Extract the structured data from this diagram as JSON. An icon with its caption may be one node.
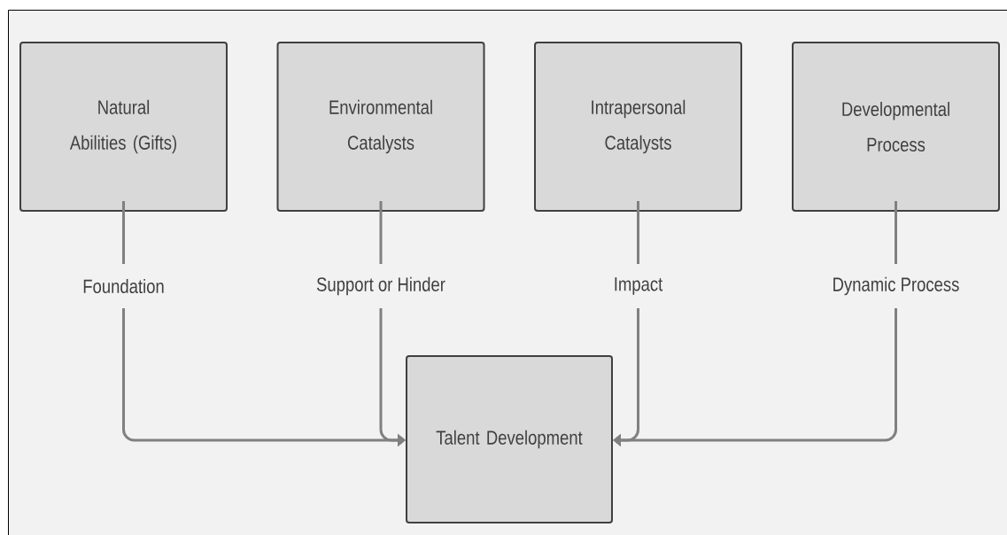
{
  "diagram": {
    "nodes": [
      {
        "text": [
          "Natural Abilities (Gifts)"
        ]
      },
      {
        "text": [
          "Environmental Catalysts"
        ]
      },
      {
        "text": [
          "Intrapersonal Catalysts"
        ]
      },
      {
        "text": [
          "Developmental Process"
        ]
      },
      {
        "text": [
          "Talent Development"
        ]
      }
    ],
    "edges": [
      {
        "from": 0,
        "to": 4,
        "arrow": "to",
        "label": "Foundation"
      },
      {
        "from": 1,
        "to": 4,
        "arrow": "to",
        "label": "Support or Hinder"
      },
      {
        "from": 2,
        "to": 4,
        "arrow": "to",
        "label": "Impact"
      },
      {
        "from": 3,
        "to": 4,
        "arrow": "to",
        "label": "Dynamic Process"
      }
    ]
  }
}
